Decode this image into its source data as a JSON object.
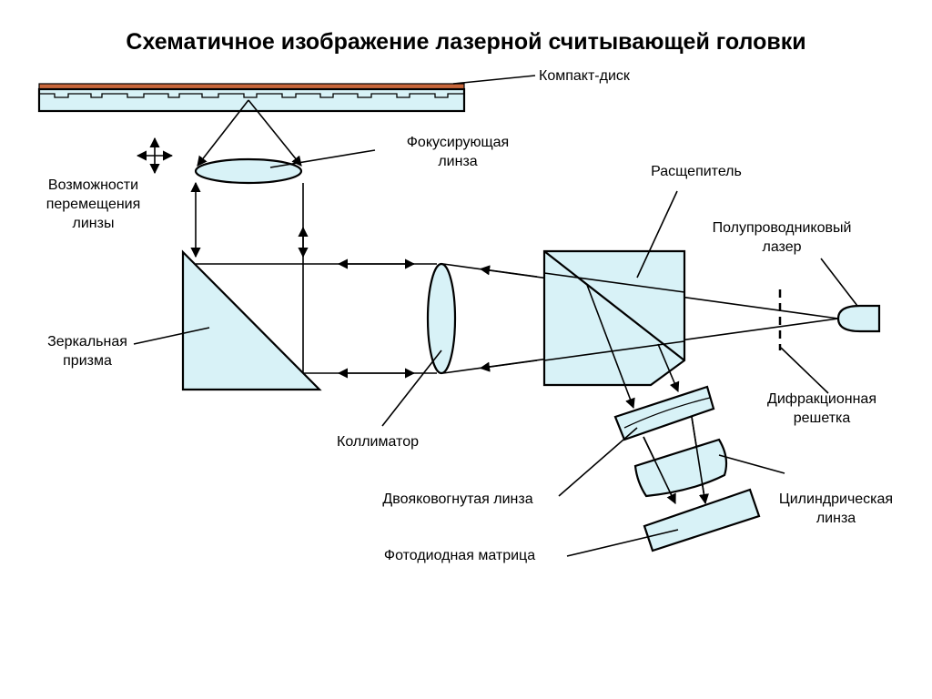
{
  "title": "Схематичное изображение лазерной считывающей головки",
  "labels": {
    "disc": "Компакт-диск",
    "focus_lens_1": "Фокусирующая",
    "focus_lens_2": "линза",
    "movement_1": "Возможности",
    "movement_2": "перемещения",
    "movement_3": "линзы",
    "splitter": "Расщепитель",
    "laser_1": "Полупроводниковый",
    "laser_2": "лазер",
    "mirror_prism_1": "Зеркальная",
    "mirror_prism_2": "призма",
    "grating_1": "Дифракционная",
    "grating_2": "решетка",
    "collimator": "Коллиматор",
    "biconcave_lens": "Двояковогнутая  линза",
    "cylindrical_lens_1": "Цилиндрическая",
    "cylindrical_lens_2": "линза",
    "photodiode": "Фотодиодная  матрица"
  },
  "colors": {
    "component_fill": "#d8f2f7",
    "disc_label_layer": "#c8663a",
    "outline": "#000000"
  }
}
